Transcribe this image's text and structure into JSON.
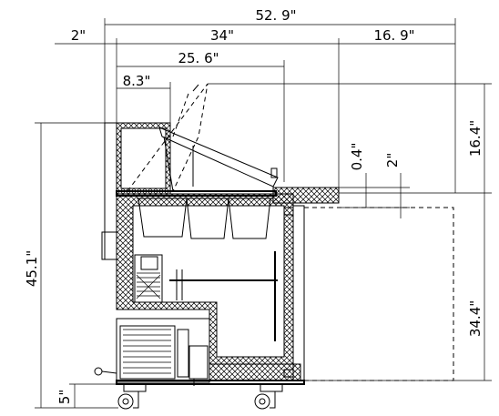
{
  "dimensions": {
    "overall_width": "52. 9\"",
    "left_offset": "2\"",
    "body_depth": "34\"",
    "lid_extension": "16. 9\"",
    "pan_depth": "25. 6\"",
    "rail_depth": "8.3\"",
    "total_height": "45.1\"",
    "counter_height": "34.4\"",
    "top_height": "16.4\"",
    "top_thickness": "0.4\"",
    "shelf_gap": "2\"",
    "caster_height": "5\""
  }
}
